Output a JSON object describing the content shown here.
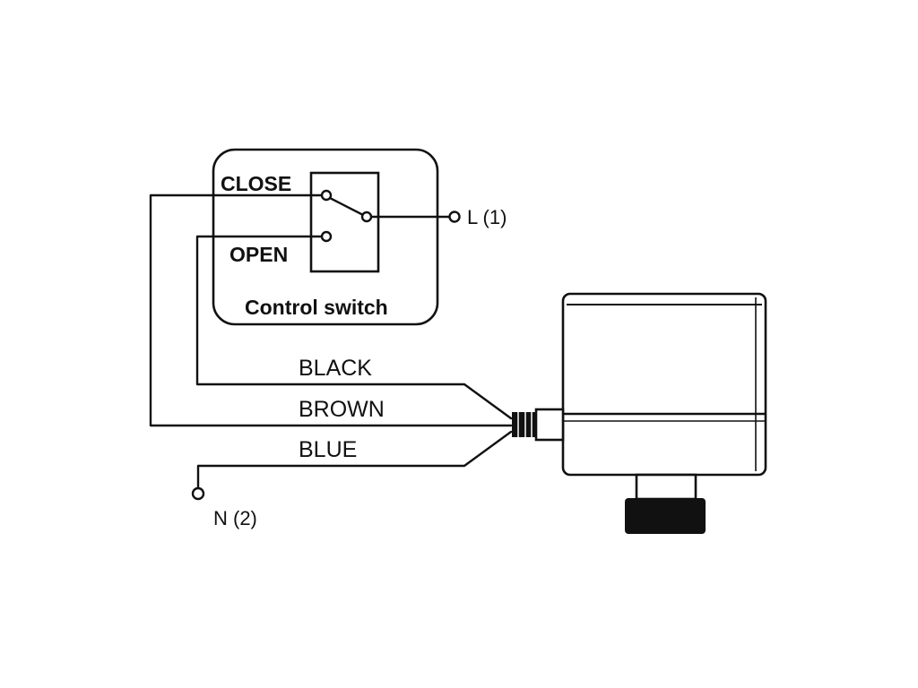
{
  "diagram": {
    "switch": {
      "title": "Control switch",
      "close_label": "CLOSE",
      "open_label": "OPEN"
    },
    "terminals": {
      "live": "L (1)",
      "neutral": "N (2)"
    },
    "wires": {
      "black": "BLACK",
      "brown": "BROWN",
      "blue": "BLUE"
    }
  }
}
